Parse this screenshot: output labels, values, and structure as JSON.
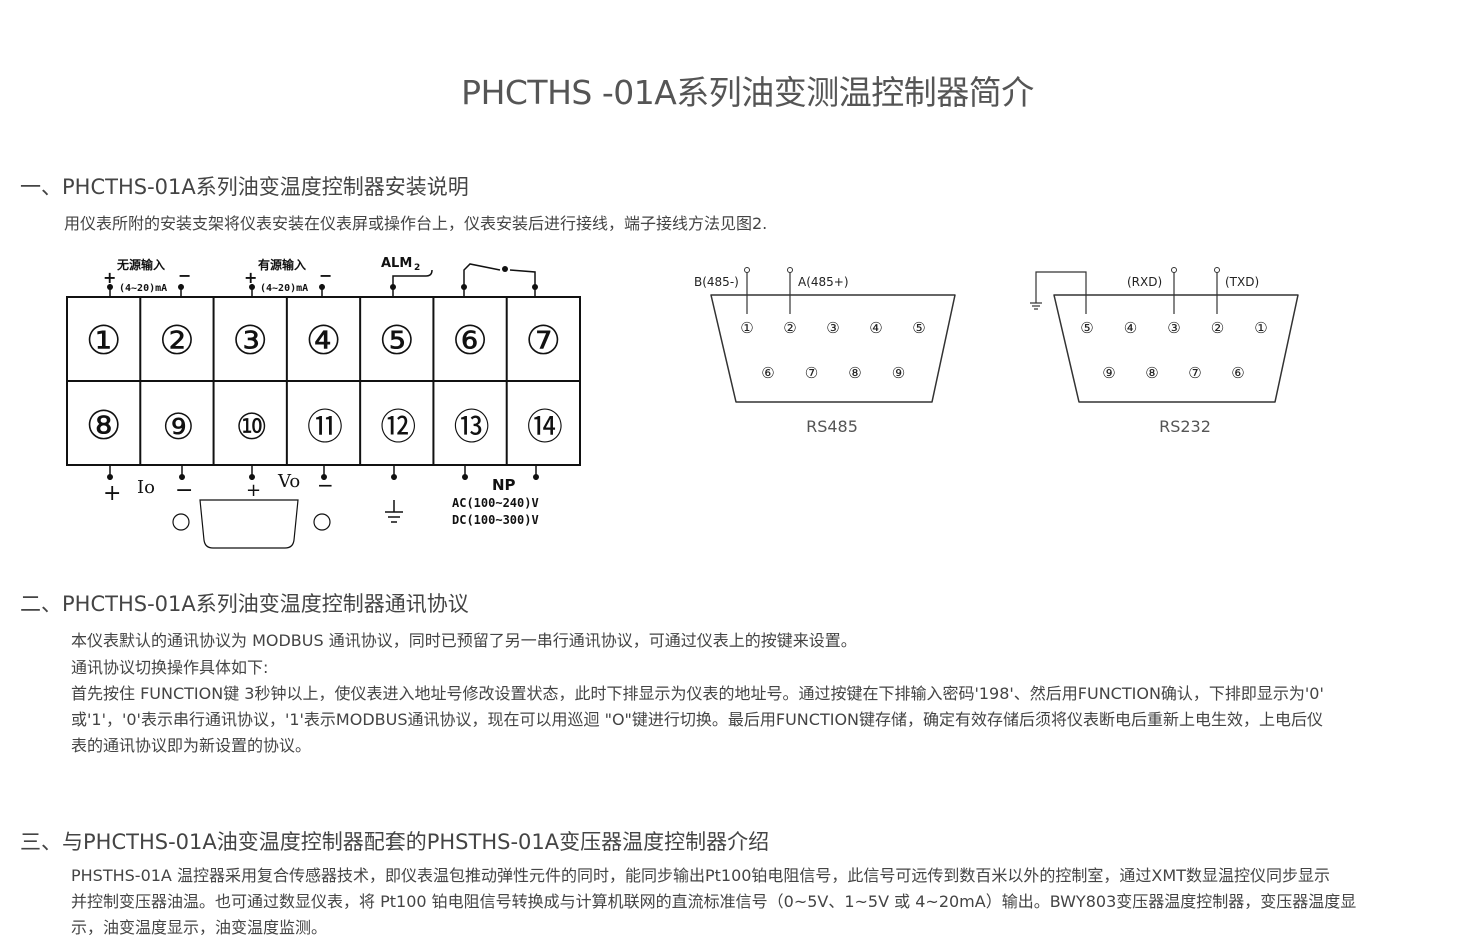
{
  "page_title": "PHCTHS -01A系列油变测温控制器简介",
  "sections": [
    {
      "heading": "一、PHCTHS-01A系列油变温度控制器安装说明",
      "lines": [
        "用仪表所附的安装支架将仪表安装在仪表屏或操作台上，仪表安装后进行接线，端子接线方法见图2."
      ]
    },
    {
      "heading": "二、PHCTHS-01A系列油变温度控制器通讯协议",
      "lines": [
        "本仪表默认的通讯协议为 MODBUS 通讯协议，同时已预留了另一串行通讯协议，可通过仪表上的按键来设置。",
        "通讯协议切换操作具体如下:",
        "首先按住 FUNCTION键 3秒钟以上，使仪表进入地址号修改设置状态，此时下排显示为仪表的地址号。通过按键在下排输入密码'198'、然后用FUNCTION确认，下排即显示为'0'",
        "或'1'，'0'表示串行通讯协议，'1'表示MODBUS通讯协议，现在可以用巡迴 \"O\"键进行切换。最后用FUNCTION键存储，确定有效存储后须将仪表断电后重新上电生效，上电后仪",
        "表的通讯协议即为新设置的协议。"
      ]
    },
    {
      "heading": "三、与PHCTHS-01A油变温度控制器配套的PHSTHS-01A变压器温度控制器介绍",
      "lines": [
        "PHSTHS-01A 温控器采用复合传感器技术，即仪表温包推动弹性元件的同时，能同步输出Pt100铂电阻信号，此信号可远传到数百米以外的控制室，通过XMT数显温控仪同步显示",
        "并控制变压器油温。也可通过数显仪表，将 Pt100 铂电阻信号转换成与计算机联网的直流标准信号（0~5V、1~5V 或 4~20mA）输出。BWY803变压器温度控制器，变压器温度显",
        "示，油变温度显示，油变温度监测。"
      ]
    }
  ],
  "terminal_diagram": {
    "top_numbers": [
      "①",
      "②",
      "③",
      "④",
      "⑤",
      "⑥",
      "⑦"
    ],
    "bottom_numbers": [
      "⑧",
      "⑨",
      "⑩",
      "⑪",
      "⑫",
      "⑬",
      "⑭"
    ],
    "label_passive_input": "无源输入",
    "label_active_input": "有源输入",
    "range_ma": "(4~20)mA",
    "plus": "+",
    "minus": "−",
    "alarm": "ALM",
    "alarm_sub": "2",
    "io_label": "Io",
    "vo_label": "Vo",
    "np_label": "NP",
    "ac_label": "AC(100~240)V",
    "dc_label": "DC(100~300)V"
  },
  "rs485": {
    "caption": "RS485",
    "label_b": "B(485-)",
    "label_a": "A(485+)",
    "top_pins": [
      "①",
      "②",
      "③",
      "④",
      "⑤"
    ],
    "bottom_pins": [
      "⑥",
      "⑦",
      "⑧",
      "⑨"
    ]
  },
  "rs232": {
    "caption": "RS232",
    "label_rxd": "(RXD)",
    "label_txd": "(TXD)",
    "top_pins": [
      "⑤",
      "④",
      "③",
      "②",
      "①"
    ],
    "bottom_pins": [
      "⑨",
      "⑧",
      "⑦",
      "⑥"
    ]
  }
}
